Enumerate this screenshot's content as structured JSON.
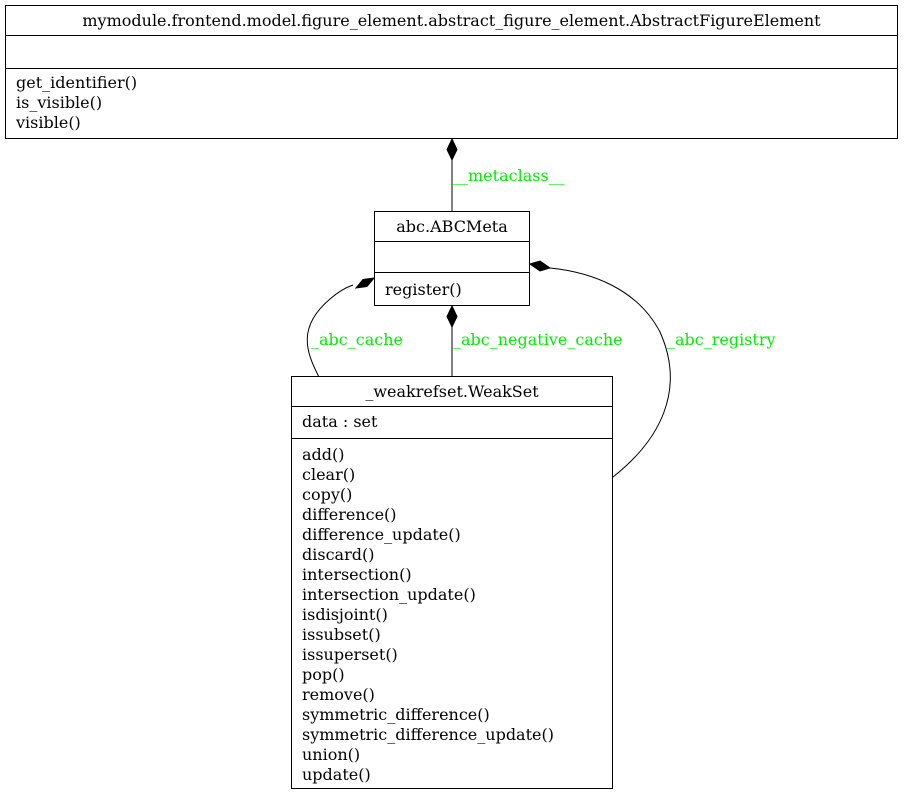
{
  "classes": {
    "abstract_figure_element": {
      "name": "mymodule.frontend.model.figure_element.abstract_figure_element.AbstractFigureElement",
      "attributes": [],
      "methods": [
        "get_identifier()",
        "is_visible()",
        "visible()"
      ]
    },
    "abc_meta": {
      "name": "abc.ABCMeta",
      "attributes": [],
      "methods": [
        "register()"
      ]
    },
    "weak_set": {
      "name": "_weakrefset.WeakSet",
      "attributes": [
        "data : set"
      ],
      "methods": [
        "add()",
        "clear()",
        "copy()",
        "difference()",
        "difference_update()",
        "discard()",
        "intersection()",
        "intersection_update()",
        "isdisjoint()",
        "issubset()",
        "issuperset()",
        "pop()",
        "remove()",
        "symmetric_difference()",
        "symmetric_difference_update()",
        "union()",
        "update()"
      ]
    }
  },
  "edges": {
    "metaclass": {
      "label": "__metaclass__",
      "from": "abc_meta",
      "to": "abstract_figure_element",
      "arrow": "filled-diamond"
    },
    "abc_cache": {
      "label": "_abc_cache",
      "from": "weak_set",
      "to": "abc_meta",
      "arrow": "filled-diamond"
    },
    "abc_negative_cache": {
      "label": "_abc_negative_cache",
      "from": "weak_set",
      "to": "abc_meta",
      "arrow": "filled-diamond"
    },
    "abc_registry": {
      "label": "_abc_registry",
      "from": "weak_set",
      "to": "abc_meta",
      "arrow": "filled-diamond"
    }
  },
  "colors": {
    "edge_label": "#00ee00",
    "line": "#000000",
    "background": "#ffffff"
  }
}
